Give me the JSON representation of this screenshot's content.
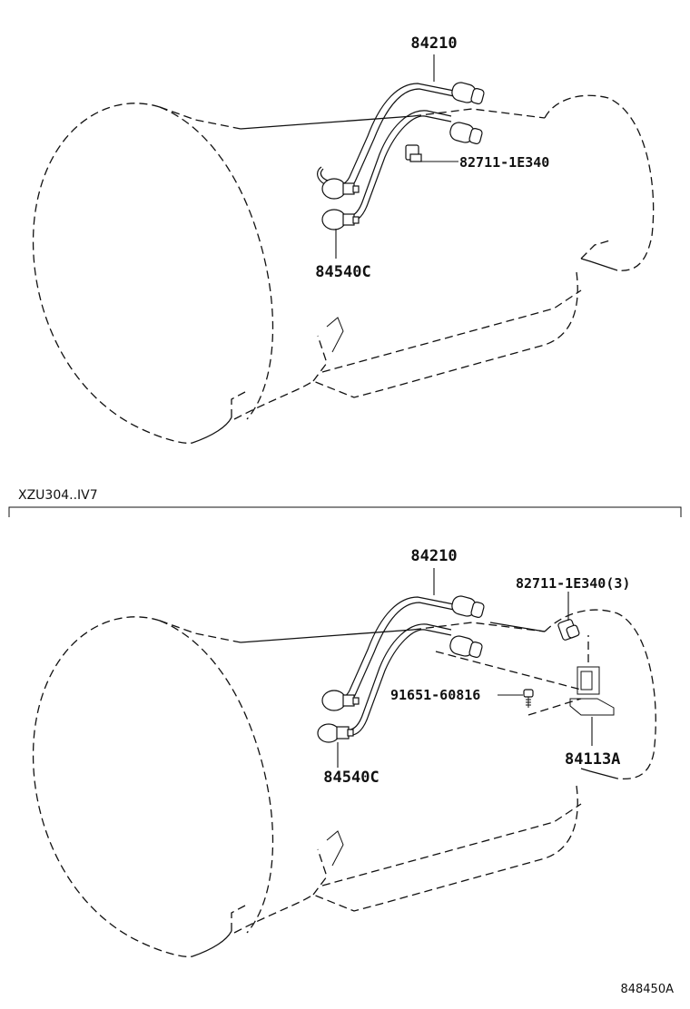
{
  "diagram": {
    "figure_number": "848450A",
    "section_divider_label": "XZU304..IV7",
    "top_view": {
      "labels": {
        "harness": "84210",
        "switch": "84540C",
        "clamp": "82711-1E340"
      }
    },
    "bottom_view": {
      "labels": {
        "harness": "84210",
        "switch": "84540C",
        "clamp": "82711-1E340(3)",
        "bolt": "91651-60816",
        "bracket": "84113A"
      }
    }
  }
}
